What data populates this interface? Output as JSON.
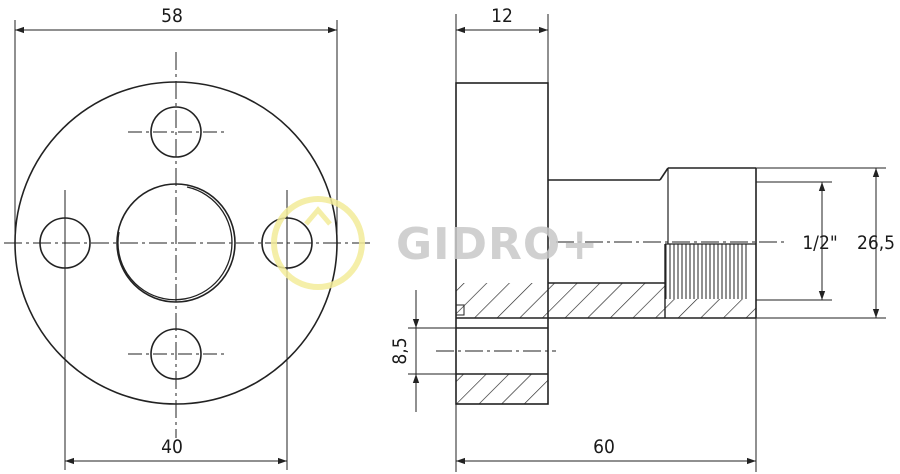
{
  "front_view": {
    "dim_outer_diameter": "58",
    "dim_hole_spacing": "40"
  },
  "side_view": {
    "dim_flange_thickness": "12",
    "dim_total_length": "60",
    "dim_hole_diameter": "8,5",
    "dim_thread": "1/2\"",
    "dim_thread_outer": "26,5"
  },
  "watermark": {
    "text": "GIDRO+",
    "ring_color": "#f3ec9a",
    "text_color": "#c8c8c8"
  }
}
